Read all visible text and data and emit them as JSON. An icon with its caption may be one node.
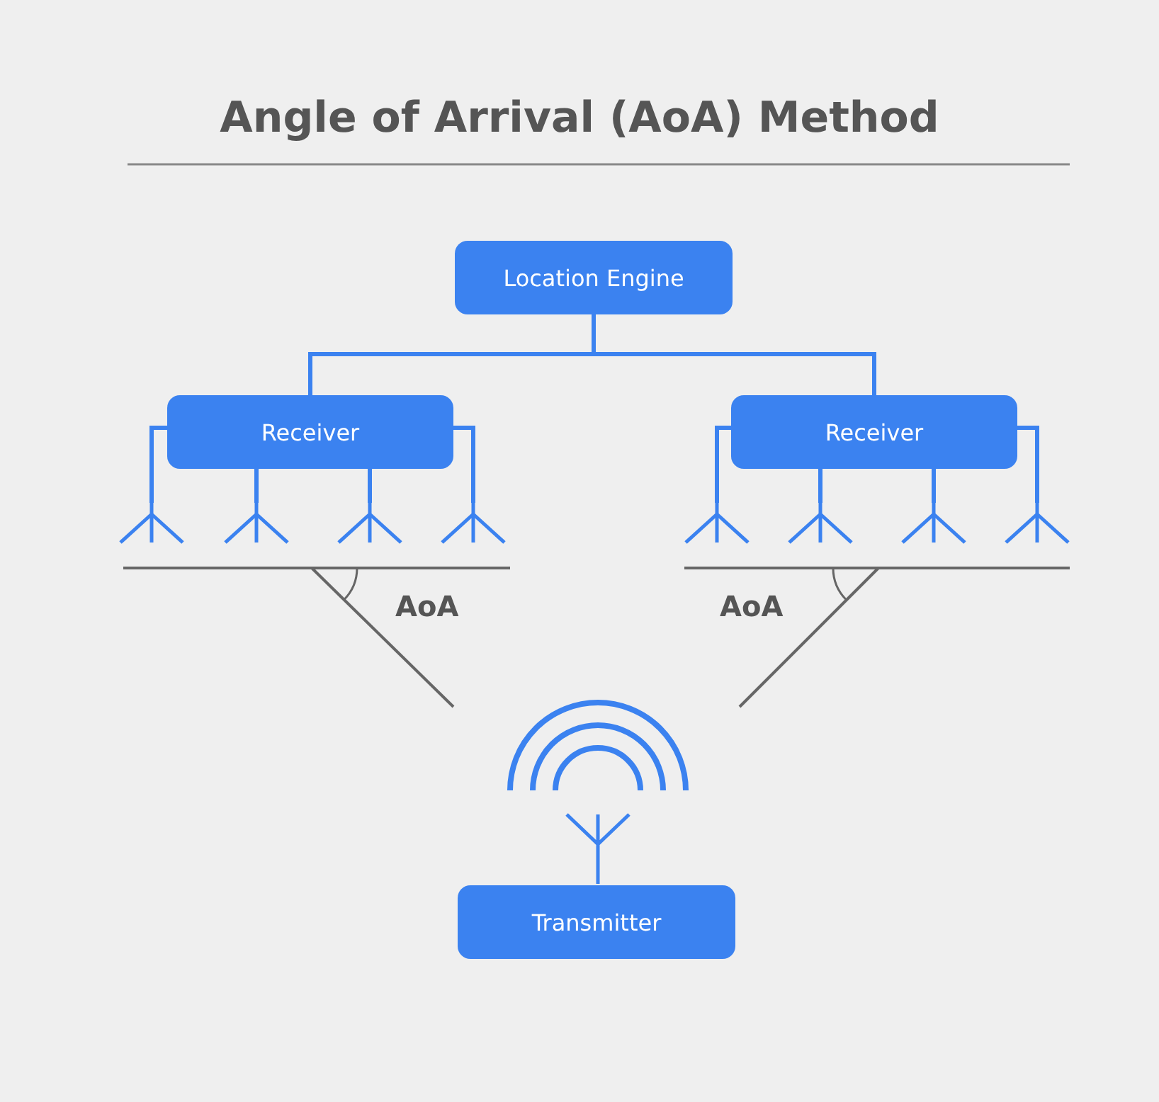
{
  "diagram": {
    "title": "Angle of Arrival (AoA) Method",
    "nodes": [
      {
        "text": [
          "Location Engine"
        ]
      },
      {
        "text": [
          "Receiver"
        ]
      },
      {
        "text": [
          "Receiver"
        ]
      },
      {
        "text": [
          "Transmitter"
        ]
      },
      {
        "text": [],
        "shape": "antenna"
      },
      {
        "text": [],
        "shape": "antenna"
      },
      {
        "text": [],
        "shape": "antenna"
      },
      {
        "text": [],
        "shape": "antenna"
      },
      {
        "text": [],
        "shape": "antenna"
      },
      {
        "text": [],
        "shape": "antenna"
      },
      {
        "text": [],
        "shape": "antenna"
      },
      {
        "text": [],
        "shape": "antenna"
      }
    ],
    "edges": [
      {
        "from": 0,
        "to": 1,
        "arrow": "none"
      },
      {
        "from": 0,
        "to": 2,
        "arrow": "none"
      },
      {
        "from": 1,
        "to": 4,
        "arrow": "none"
      },
      {
        "from": 1,
        "to": 5,
        "arrow": "none"
      },
      {
        "from": 1,
        "to": 6,
        "arrow": "none"
      },
      {
        "from": 1,
        "to": 7,
        "arrow": "none"
      },
      {
        "from": 2,
        "to": 8,
        "arrow": "none"
      },
      {
        "from": 2,
        "to": 9,
        "arrow": "none"
      },
      {
        "from": 2,
        "to": 10,
        "arrow": "none"
      },
      {
        "from": 2,
        "to": 11,
        "arrow": "none"
      }
    ],
    "labels": [
      "AoA",
      "AoA"
    ]
  }
}
